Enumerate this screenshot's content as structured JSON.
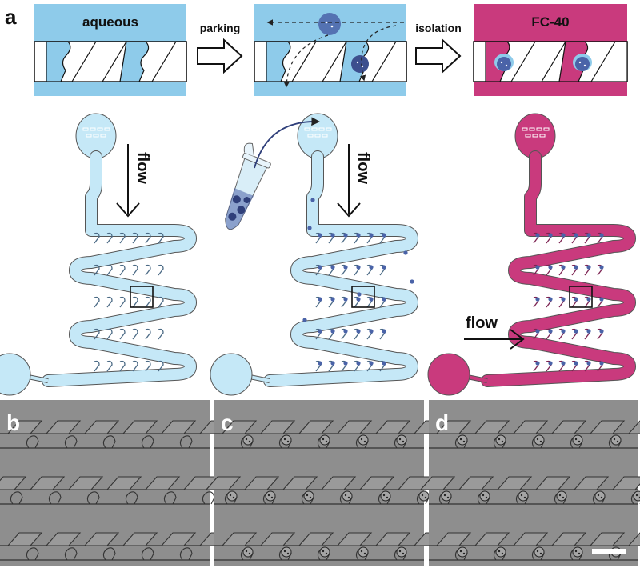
{
  "panel_labels": {
    "a": "a",
    "b": "b",
    "c": "c",
    "d": "d"
  },
  "top_row": {
    "box1_label": "aqueous",
    "box3_label": "FC-40",
    "arrow1_label": "parking",
    "arrow2_label": "isolation"
  },
  "chips": {
    "flow_label": "flow",
    "chip1_flow": "flow",
    "chip2_flow": "flow",
    "chip3_flow": "flow"
  },
  "colors": {
    "aqueous": "#8ecbea",
    "aqueous_light": "#c5e8f7",
    "fc40": "#c93a7d",
    "cell": "#4a63a8",
    "micrograph": "#8e8e8e"
  },
  "icons": [
    "flow-arrow-icon",
    "tube-icon",
    "scale-bar-icon"
  ]
}
